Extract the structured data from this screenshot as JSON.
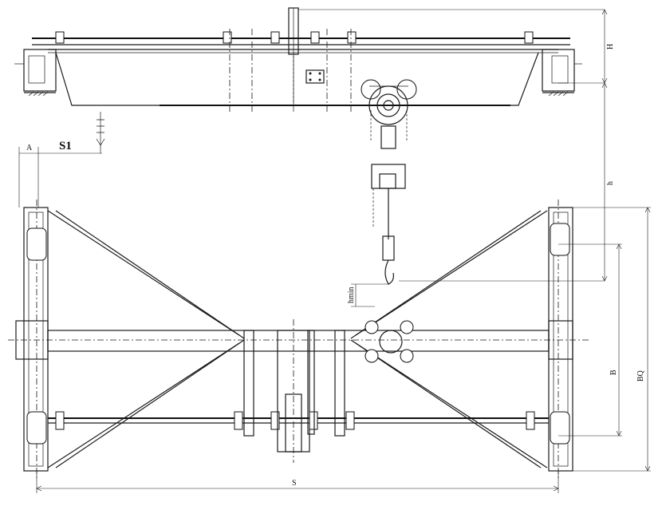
{
  "dimension_labels": {
    "H": "H",
    "h": "h",
    "S1": "S1",
    "A": "A",
    "hmin": "hmin",
    "B": "B",
    "BQ": "BQ",
    "S": "S"
  },
  "colors": {
    "line": "#1a1a1a",
    "background": "#ffffff"
  }
}
